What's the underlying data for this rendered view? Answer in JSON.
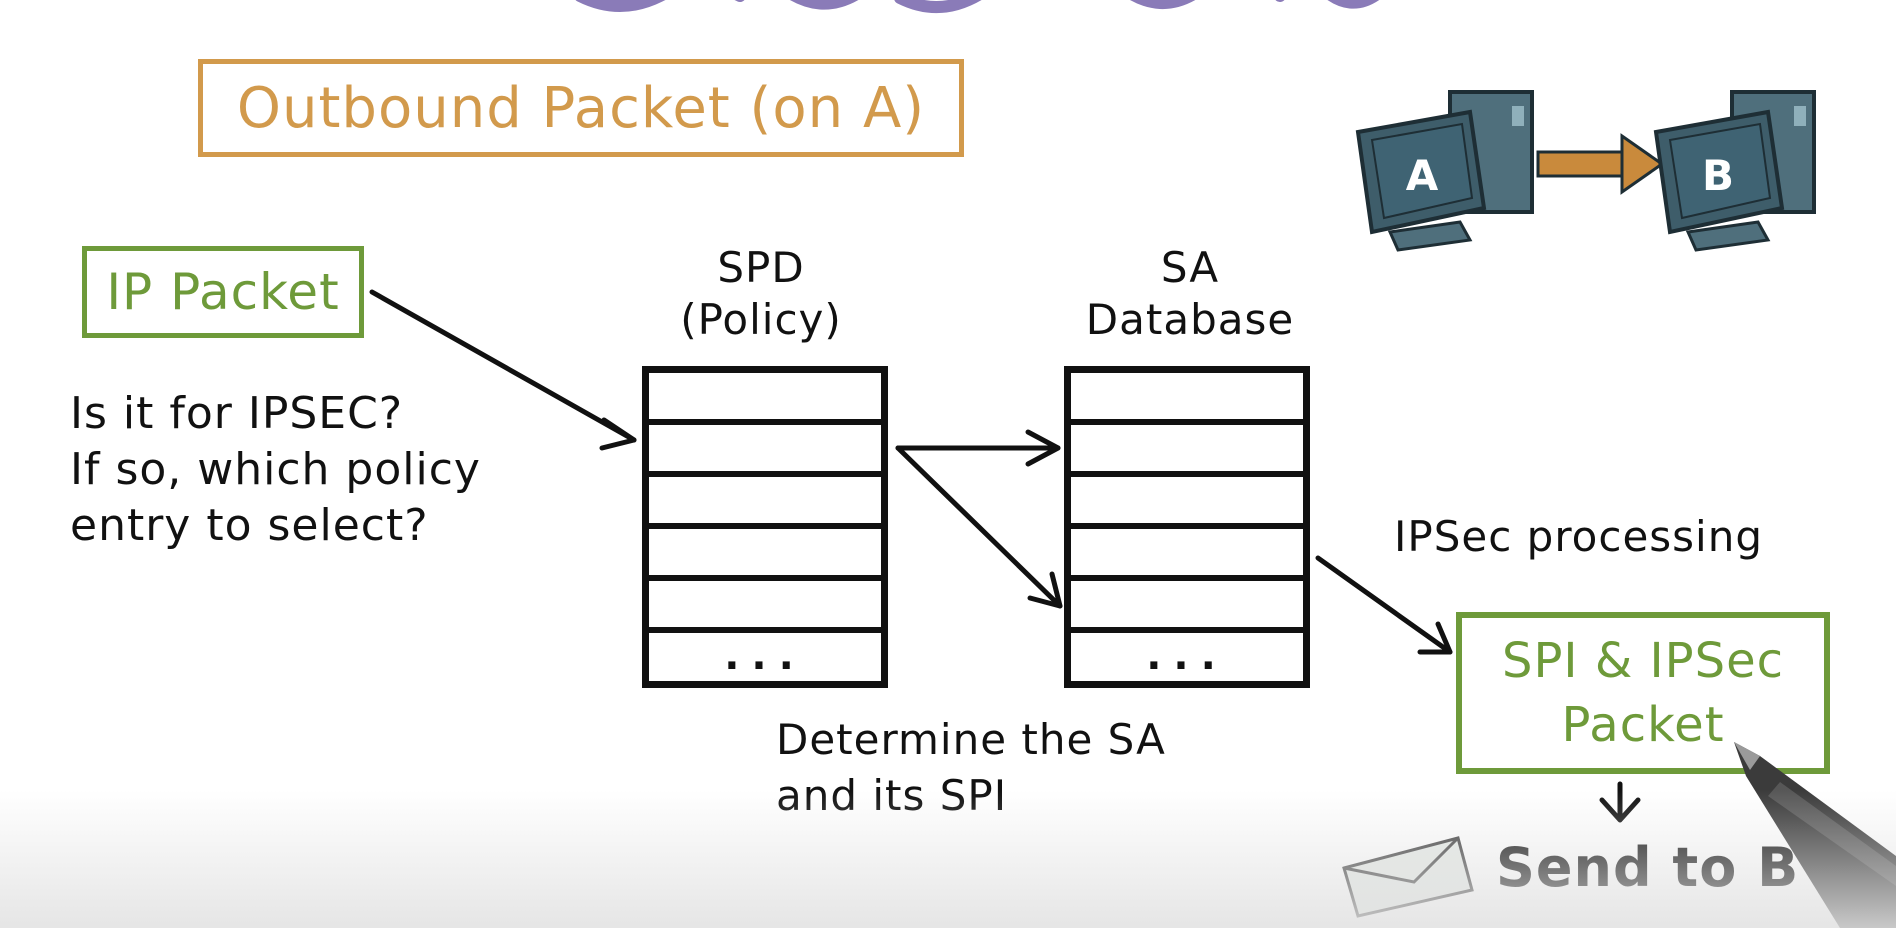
{
  "diagram": {
    "outbound_label": "Outbound Packet (on A)",
    "ip_packet_label": "IP Packet",
    "question_lines": [
      "Is it for IPSEC?",
      "If so, which policy",
      "entry to select?"
    ],
    "spd_header": [
      "SPD",
      "(Policy)"
    ],
    "sa_header": [
      "SA",
      "Database"
    ],
    "table_ellipsis": "...",
    "determine_lines": [
      "Determine the SA",
      "and its SPI"
    ],
    "ipsec_processing_label": "IPSec processing",
    "spi_box_lines": [
      "SPI & IPSec",
      "Packet"
    ],
    "send_label": "Send to B",
    "computer_a_label": "A",
    "computer_b_label": "B"
  },
  "colors": {
    "orange": "#d29a4c",
    "green": "#6e9a3a",
    "ink": "#111111",
    "monitor": "#4f6f7c",
    "title_purple": "#8a7bb8"
  },
  "icons": [
    "computer-icon",
    "arrow-right-icon",
    "envelope-icon",
    "pen-icon"
  ]
}
